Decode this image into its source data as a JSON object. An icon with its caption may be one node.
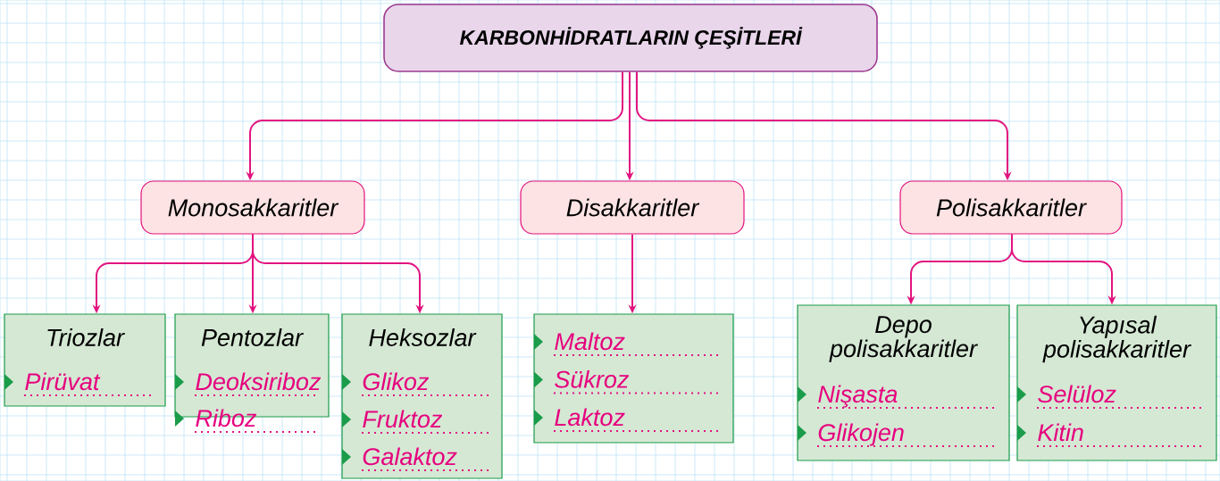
{
  "diagram": {
    "nodes": [
      {
        "text": [
          "KARBONHİDRATLARIN ÇEŞİTLERİ"
        ]
      },
      {
        "text": [
          "Monosakkaritler"
        ]
      },
      {
        "text": [
          "Disakkaritler"
        ]
      },
      {
        "text": [
          "Polisakkaritler"
        ]
      },
      {
        "text": [
          "Triozlar",
          "Pirüvat"
        ]
      },
      {
        "text": [
          "Pentozlar",
          "Deoksiriboz",
          "Riboz"
        ]
      },
      {
        "text": [
          "Heksozlar",
          "Glikoz",
          "Fruktoz",
          "Galaktoz"
        ]
      },
      {
        "text": [
          "Maltoz",
          "Sükroz",
          "Laktoz"
        ]
      },
      {
        "text": [
          "Depo polisakkaritler",
          "Nişasta",
          "Glikojen"
        ]
      },
      {
        "text": [
          "Yapısal polisakkaritler",
          "Selüloz",
          "Kitin"
        ]
      }
    ],
    "edges": [
      {
        "from": 0,
        "to": 1,
        "arrow": "to"
      },
      {
        "from": 0,
        "to": 2,
        "arrow": "to"
      },
      {
        "from": 0,
        "to": 3,
        "arrow": "to"
      },
      {
        "from": 1,
        "to": 4,
        "arrow": "to"
      },
      {
        "from": 1,
        "to": 5,
        "arrow": "to"
      },
      {
        "from": 1,
        "to": 6,
        "arrow": "to"
      },
      {
        "from": 2,
        "to": 7,
        "arrow": "to"
      },
      {
        "from": 3,
        "to": 8,
        "arrow": "to"
      },
      {
        "from": 3,
        "to": 9,
        "arrow": "to"
      }
    ]
  }
}
